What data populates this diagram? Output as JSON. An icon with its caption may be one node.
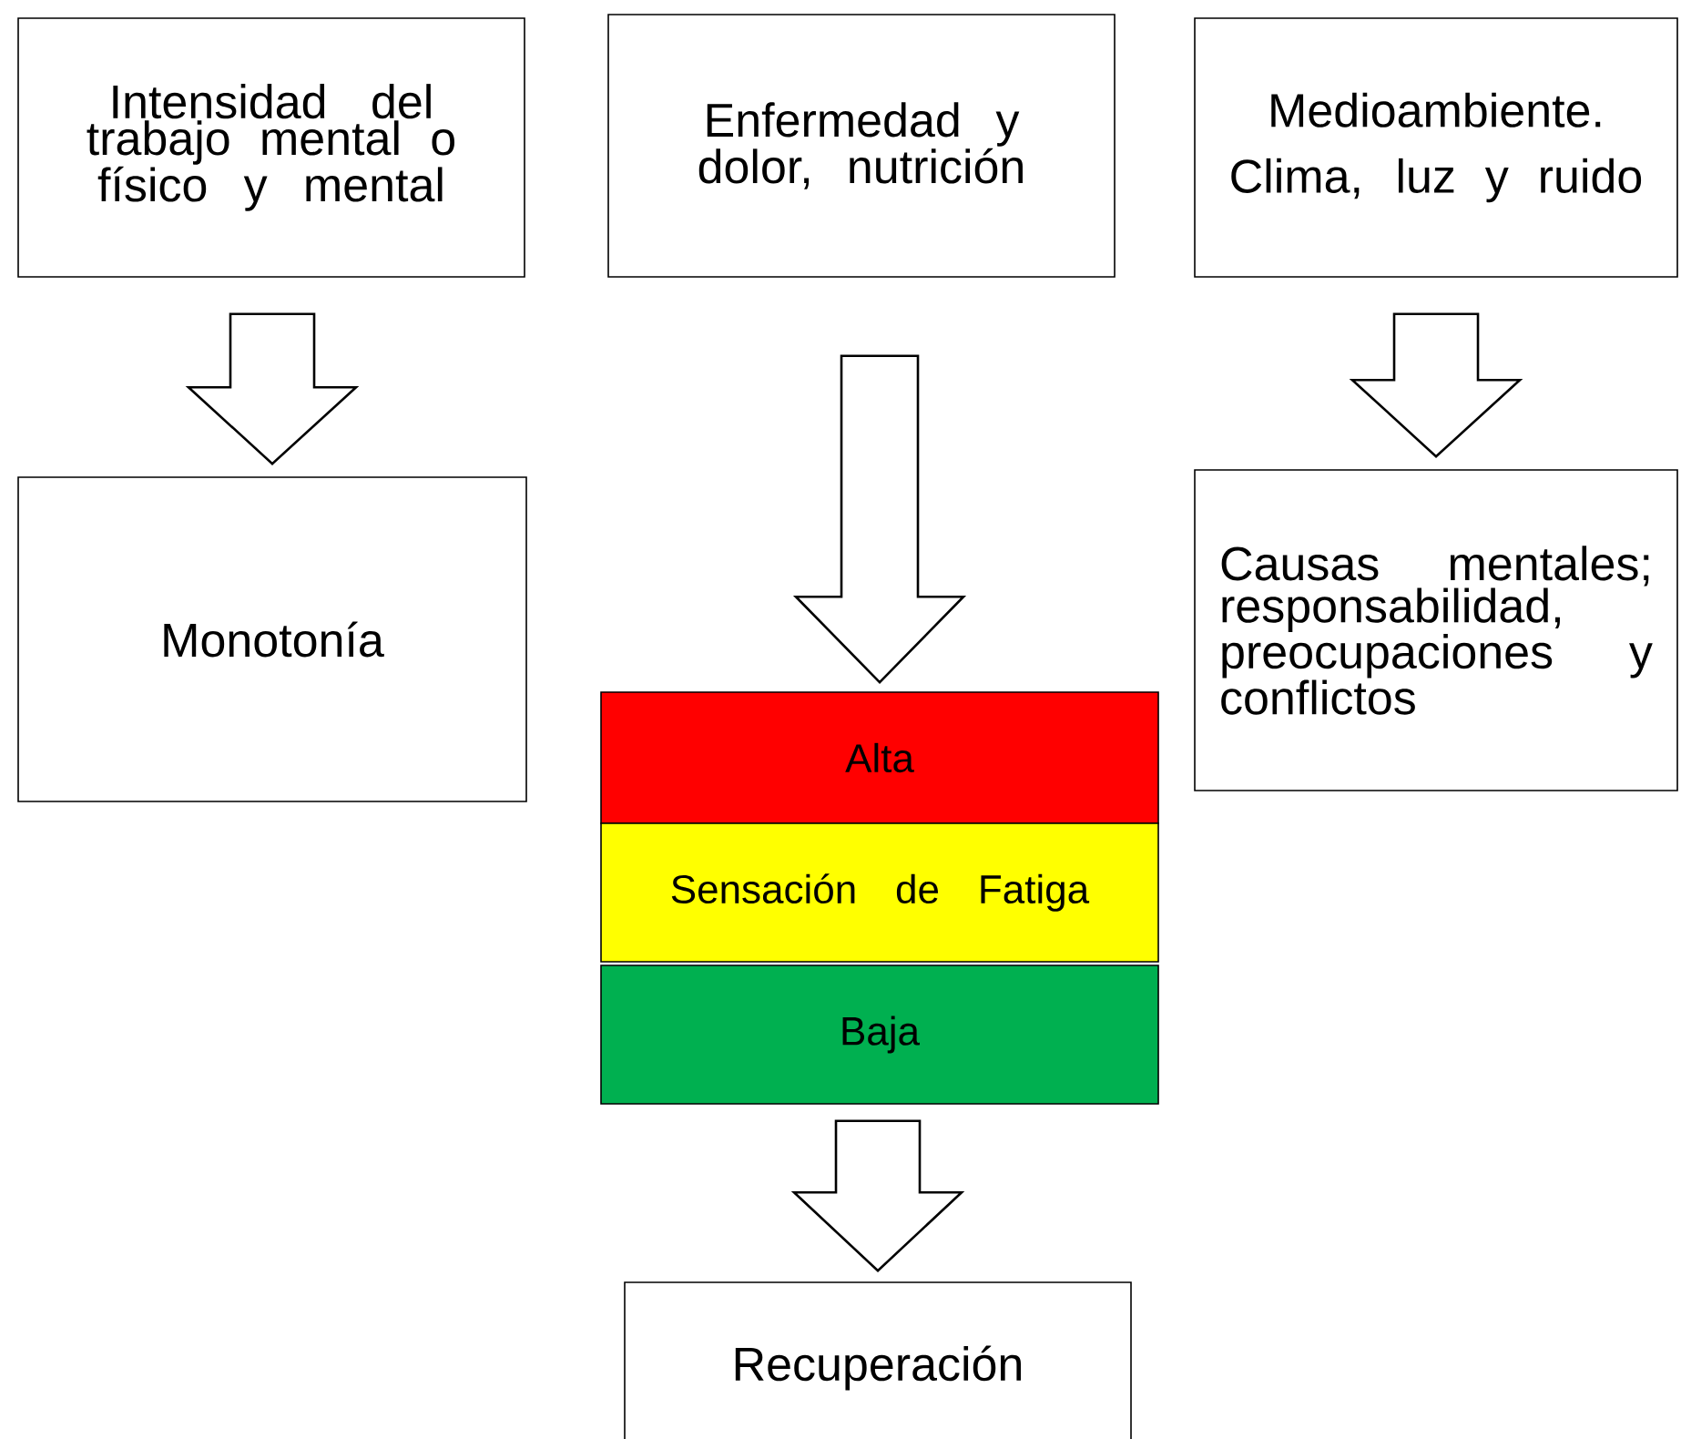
{
  "diagram": {
    "nodes": [
      {
        "text": [
          "Intensidad del trabajo mental o físico y mental"
        ]
      },
      {
        "text": [
          "Enfermedad y dolor, nutrición"
        ]
      },
      {
        "text": [
          "Medioambiente.",
          "Clima, luz y ruido"
        ]
      },
      {
        "text": [
          "Monotonía"
        ]
      },
      {
        "text": [
          "Causas mentales; responsabilidad, preocupaciones y conflictos"
        ]
      },
      {
        "text": [
          "Alta"
        ]
      },
      {
        "text": [
          "Sensación de Fatiga"
        ]
      },
      {
        "text": [
          "Baja"
        ]
      },
      {
        "text": [
          "Recuperación"
        ]
      }
    ],
    "edges": [
      {
        "from": 0,
        "to": 3,
        "arrow": "to"
      },
      {
        "from": 1,
        "to": 5,
        "arrow": "to"
      },
      {
        "from": 2,
        "to": 4,
        "arrow": "to"
      },
      {
        "from": 7,
        "to": 8,
        "arrow": "to"
      }
    ]
  }
}
